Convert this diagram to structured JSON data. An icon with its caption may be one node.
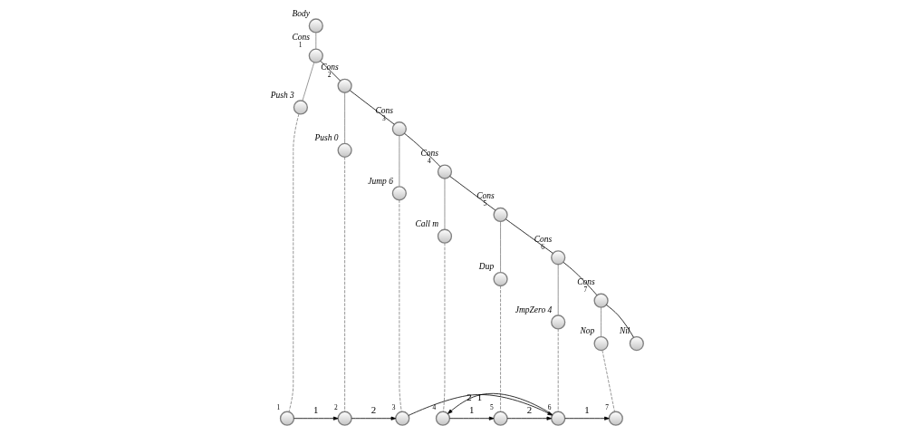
{
  "diagram": {
    "nodes": [
      {
        "text": [],
        "shape": "circle",
        "beside": [
          "Body"
        ]
      },
      {
        "text": [],
        "shape": "circle",
        "beside": [
          "Cons",
          "1"
        ]
      },
      {
        "text": [],
        "shape": "circle",
        "beside": [
          "Push 3"
        ]
      },
      {
        "text": [],
        "shape": "circle",
        "beside": [
          "Cons",
          "2"
        ]
      },
      {
        "text": [],
        "shape": "circle",
        "beside": [
          "Push 0"
        ]
      },
      {
        "text": [],
        "shape": "circle",
        "beside": [
          "Cons",
          "3"
        ]
      },
      {
        "text": [],
        "shape": "circle",
        "beside": [
          "Jump 6"
        ]
      },
      {
        "text": [],
        "shape": "circle",
        "beside": [
          "Cons",
          "4"
        ]
      },
      {
        "text": [],
        "shape": "circle",
        "beside": [
          "Call m"
        ]
      },
      {
        "text": [],
        "shape": "circle",
        "beside": [
          "Cons",
          "5"
        ]
      },
      {
        "text": [],
        "shape": "circle",
        "beside": [
          "Dup"
        ]
      },
      {
        "text": [],
        "shape": "circle",
        "beside": [
          "Cons",
          "6"
        ]
      },
      {
        "text": [],
        "shape": "circle",
        "beside": [
          "JmpZero 4"
        ]
      },
      {
        "text": [],
        "shape": "circle",
        "beside": [
          "Cons",
          "7"
        ]
      },
      {
        "text": [],
        "shape": "circle",
        "beside": [
          "Nop"
        ]
      },
      {
        "text": [],
        "shape": "circle",
        "beside": [
          "Nil"
        ]
      },
      {
        "text": [],
        "shape": "circle",
        "beside": [
          "1"
        ]
      },
      {
        "text": [],
        "shape": "circle",
        "beside": [
          "2"
        ]
      },
      {
        "text": [],
        "shape": "circle",
        "beside": [
          "3"
        ]
      },
      {
        "text": [],
        "shape": "circle",
        "beside": [
          "4"
        ]
      },
      {
        "text": [],
        "shape": "circle",
        "beside": [
          "5"
        ]
      },
      {
        "text": [],
        "shape": "circle",
        "beside": [
          "6"
        ]
      },
      {
        "text": [],
        "shape": "circle",
        "beside": [
          "7"
        ]
      }
    ],
    "edges": [
      {
        "from": 0,
        "to": 1,
        "arrow": "none"
      },
      {
        "from": 1,
        "to": 2,
        "arrow": "none"
      },
      {
        "from": 1,
        "to": 3,
        "arrow": "none",
        "color": "#000000"
      },
      {
        "from": 3,
        "to": 4,
        "arrow": "none"
      },
      {
        "from": 3,
        "to": 5,
        "arrow": "none",
        "color": "#000000"
      },
      {
        "from": 5,
        "to": 6,
        "arrow": "none"
      },
      {
        "from": 5,
        "to": 7,
        "arrow": "none",
        "color": "#000000"
      },
      {
        "from": 7,
        "to": 8,
        "arrow": "none"
      },
      {
        "from": 7,
        "to": 9,
        "arrow": "none",
        "color": "#000000"
      },
      {
        "from": 9,
        "to": 10,
        "arrow": "none"
      },
      {
        "from": 9,
        "to": 11,
        "arrow": "none",
        "color": "#000000"
      },
      {
        "from": 11,
        "to": 12,
        "arrow": "none"
      },
      {
        "from": 11,
        "to": 13,
        "arrow": "none",
        "color": "#000000"
      },
      {
        "from": 13,
        "to": 14,
        "arrow": "none"
      },
      {
        "from": 13,
        "to": 15,
        "arrow": "none",
        "color": "#000000"
      },
      {
        "from": 2,
        "to": 16,
        "arrow": "none",
        "style": "dashed"
      },
      {
        "from": 4,
        "to": 17,
        "arrow": "none",
        "style": "dashed"
      },
      {
        "from": 6,
        "to": 18,
        "arrow": "none",
        "style": "dashed"
      },
      {
        "from": 8,
        "to": 19,
        "arrow": "none",
        "style": "dashed"
      },
      {
        "from": 10,
        "to": 20,
        "arrow": "none",
        "style": "dashed"
      },
      {
        "from": 12,
        "to": 21,
        "arrow": "none",
        "style": "dashed"
      },
      {
        "from": 14,
        "to": 22,
        "arrow": "none",
        "style": "dashed"
      },
      {
        "from": 16,
        "to": 17,
        "arrow": "to",
        "label": "1",
        "color": "#000000"
      },
      {
        "from": 17,
        "to": 18,
        "arrow": "to",
        "label": "2",
        "color": "#000000"
      },
      {
        "from": 18,
        "to": 21,
        "arrow": "to",
        "label": "2",
        "color": "#000000"
      },
      {
        "from": 19,
        "to": 20,
        "arrow": "to",
        "label": "1",
        "color": "#000000"
      },
      {
        "from": 20,
        "to": 21,
        "arrow": "to",
        "label": "2",
        "color": "#000000"
      },
      {
        "from": 21,
        "to": 19,
        "arrow": "to",
        "label": "1",
        "color": "#000000"
      },
      {
        "from": 21,
        "to": 22,
        "arrow": "to",
        "label": "1",
        "color": "#000000"
      }
    ]
  }
}
